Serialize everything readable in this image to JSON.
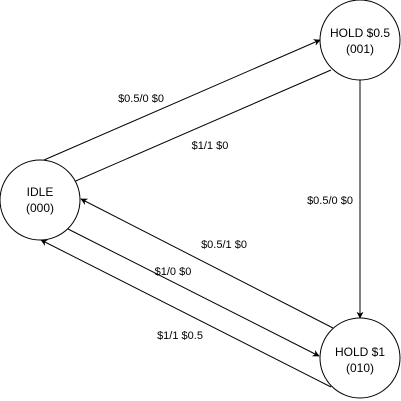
{
  "states": {
    "idle": {
      "name": "IDLE",
      "code": "(000)"
    },
    "hold05": {
      "name": "HOLD $0.5",
      "code": "(001)"
    },
    "hold1": {
      "name": "HOLD $1",
      "code": "(010)"
    }
  },
  "transitions": {
    "idle_to_hold05": "$0.5/0 $0",
    "hold05_to_idle": "$1/1 $0",
    "hold05_to_hold1": "$0.5/0 $0",
    "hold1_to_idle_a": "$0.5/1 $0",
    "idle_to_hold1": "$1/0 $0",
    "hold1_to_idle_b": "$1/1 $0.5"
  }
}
